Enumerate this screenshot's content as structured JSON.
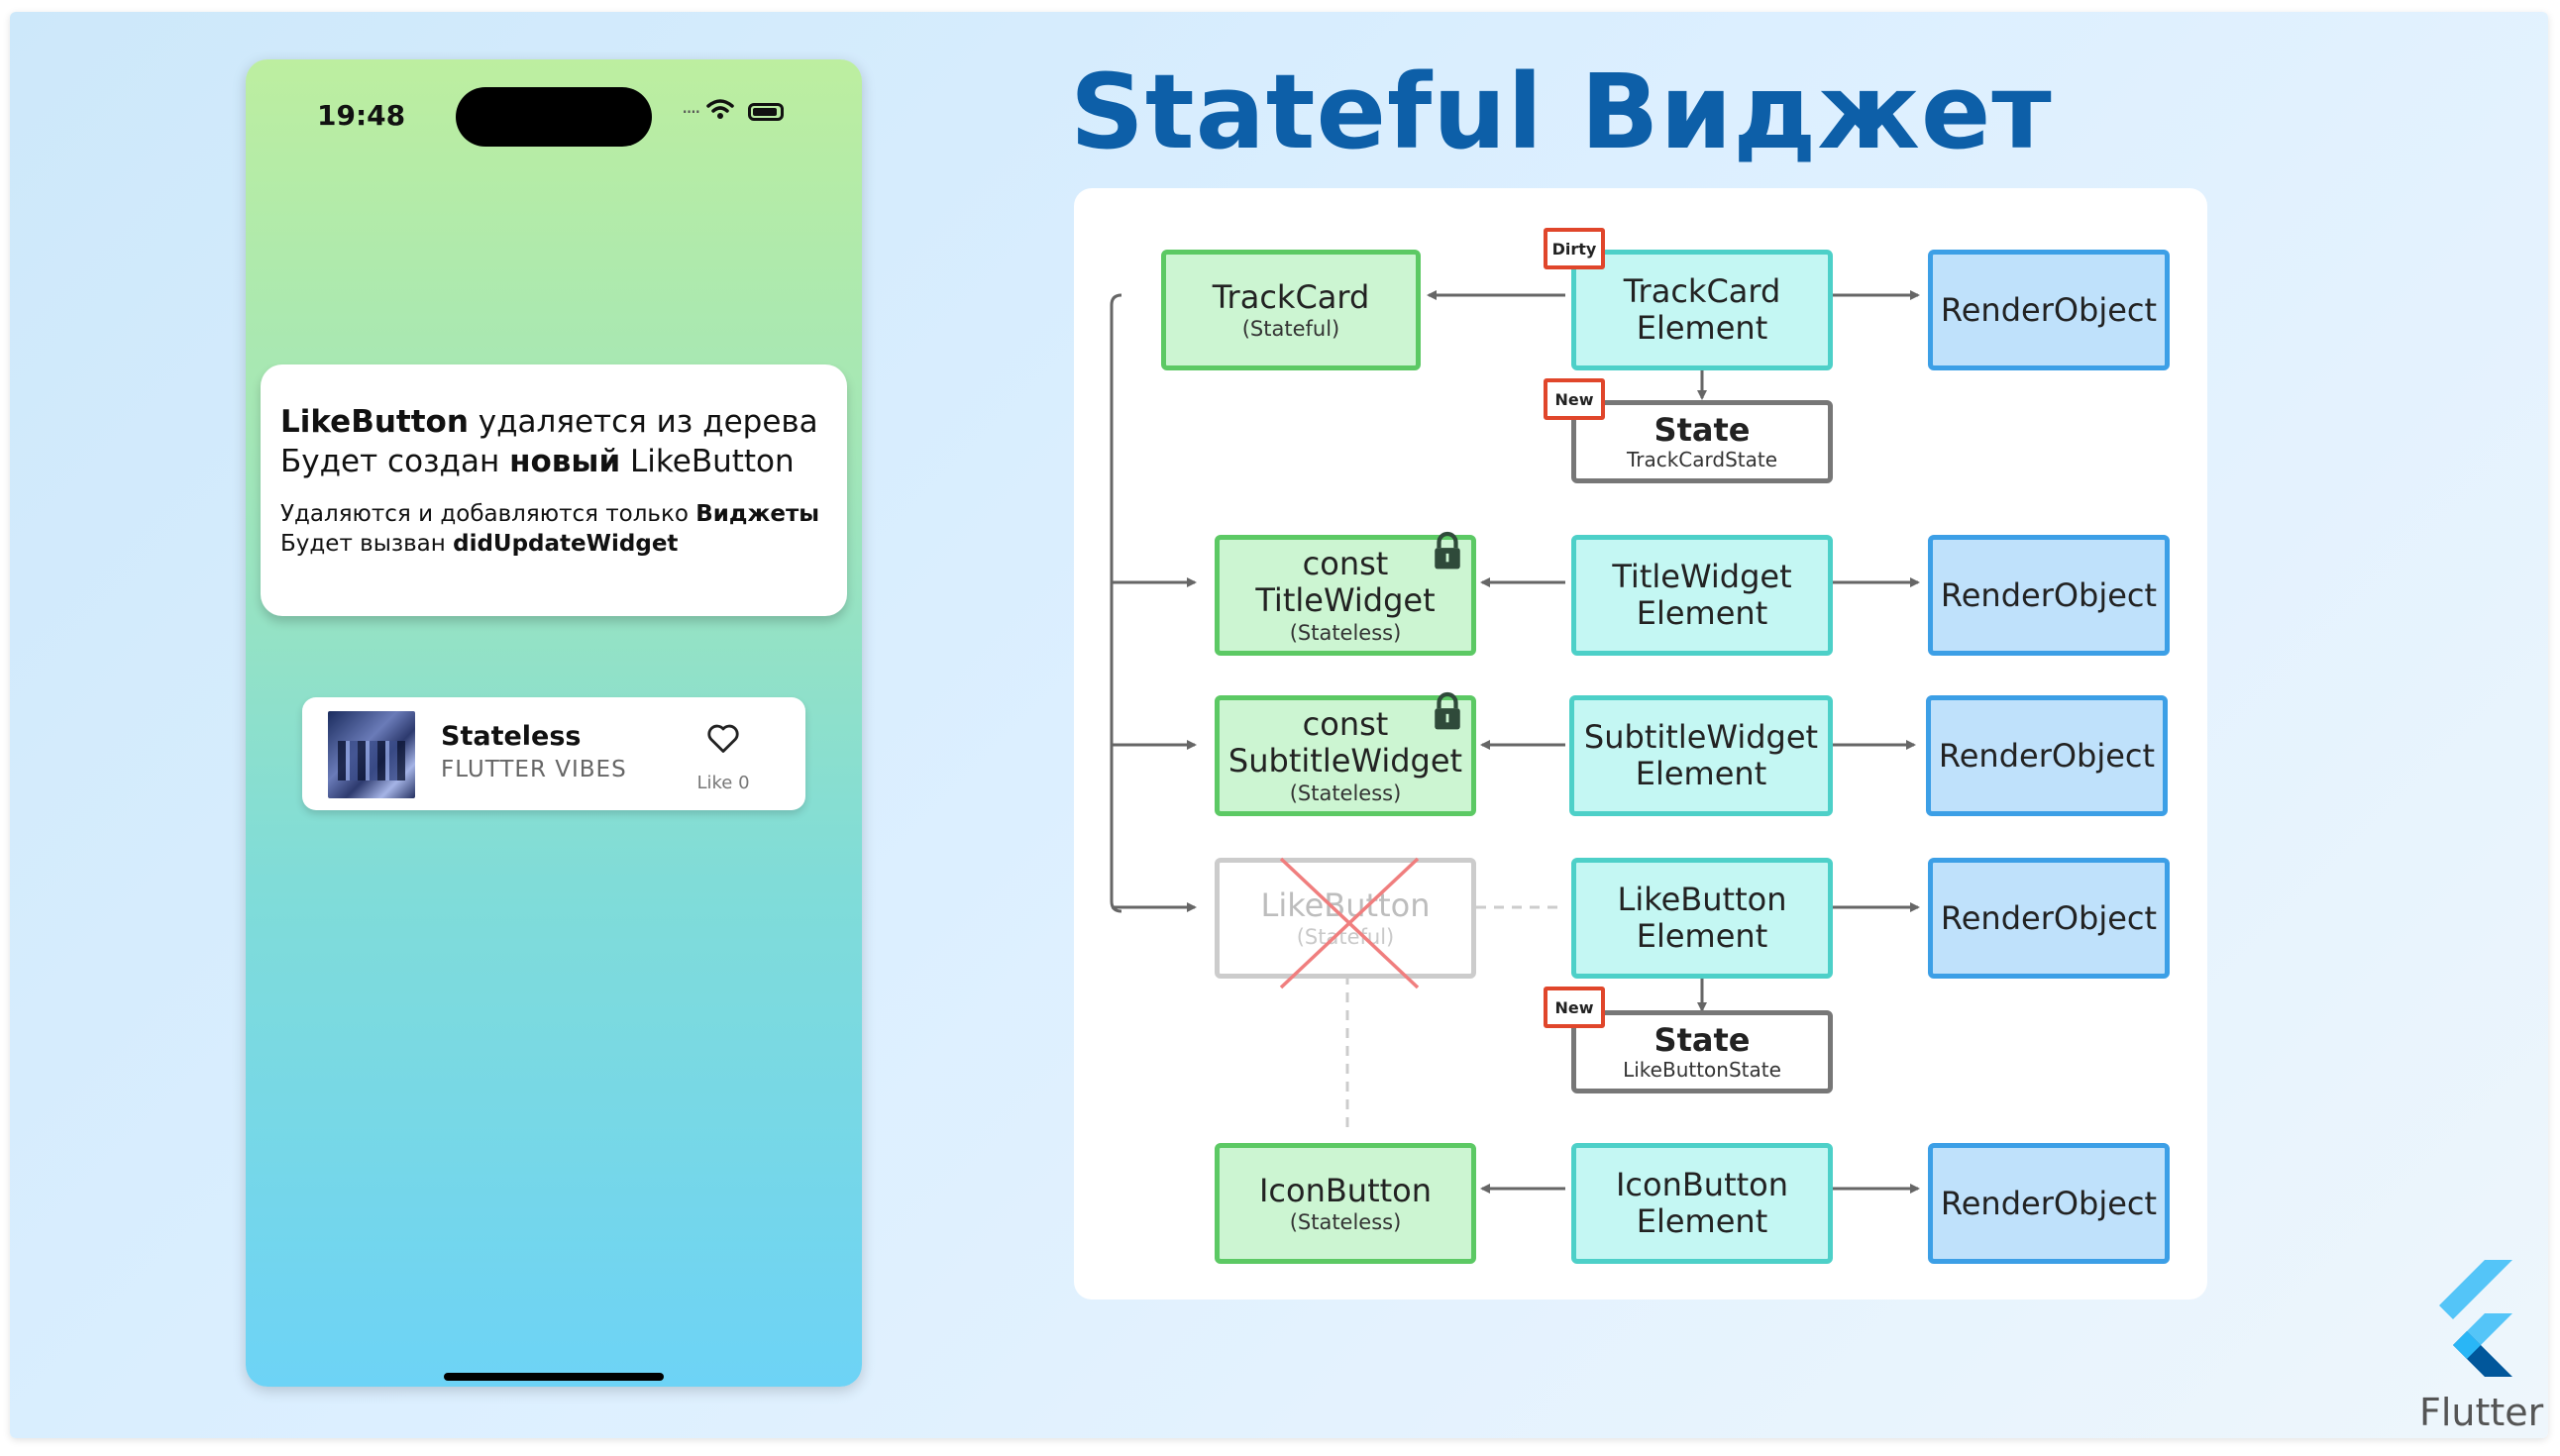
{
  "slide": {
    "title": "Stateful Виджет",
    "logo_text": "Flutter"
  },
  "phone": {
    "time": "19:48",
    "info": {
      "line1_bold": "LikeButton",
      "line1_rest": " удаляется из дерева",
      "line2_start": "Будет создан ",
      "line2_bold": "новый",
      "line2_end": " LikeButton",
      "line3_start": "Удаляются и добавляются только ",
      "line3_bold": "Виджеты",
      "line4_start": "Будет вызван ",
      "line4_bold": "didUpdateWidget"
    },
    "track": {
      "title": "Stateless",
      "subtitle": "FLUTTER VIBES",
      "like_label": "Like 0"
    }
  },
  "diagram": {
    "trackcard": {
      "name": "TrackCard",
      "kind": "(Stateful)"
    },
    "trackcard_el": {
      "line1": "TrackCard",
      "line2": "Element"
    },
    "trackcard_state": {
      "title": "State",
      "name": "TrackCardState"
    },
    "title_w": {
      "line1": "const",
      "line2": "TitleWidget",
      "kind": "(Stateless)"
    },
    "title_el": {
      "line1": "TitleWidget",
      "line2": "Element"
    },
    "subtitle_w": {
      "line1": "const",
      "line2": "SubtitleWidget",
      "kind": "(Stateless)"
    },
    "subtitle_el": {
      "line1": "SubtitleWidget",
      "line2": "Element"
    },
    "like_w": {
      "name": "LikeButton",
      "kind": "(Stateful)"
    },
    "like_el": {
      "line1": "LikeButton",
      "line2": "Element"
    },
    "like_state": {
      "title": "State",
      "name": "LikeButtonState"
    },
    "icon_w": {
      "name": "IconButton",
      "kind": "(Stateless)"
    },
    "icon_el": {
      "line1": "IconButton",
      "line2": "Element"
    },
    "render_label": "RenderObject",
    "tag_dirty": "Dirty",
    "tag_new": "New"
  },
  "colors": {
    "title": "#0d5fa8",
    "widget_fill": "#ccf5d2",
    "widget_border": "#5cc964",
    "element_fill": "#c4f7f3",
    "element_border": "#4dd0c8",
    "render_fill": "#bfe1fb",
    "render_border": "#3c9fe6",
    "tag_border": "#e0462b"
  }
}
